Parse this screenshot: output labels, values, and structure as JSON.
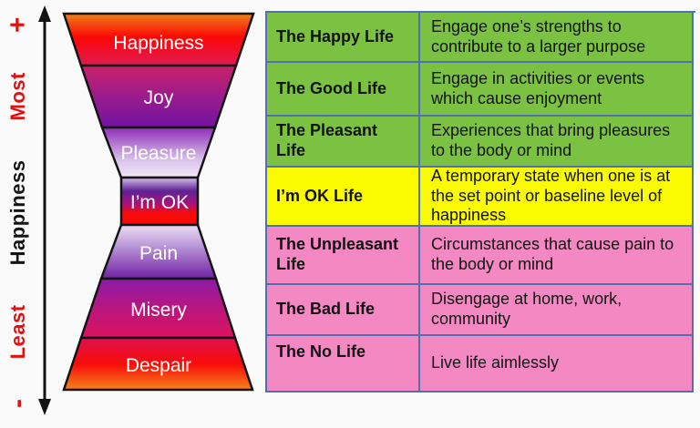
{
  "axis": {
    "plus": "+",
    "most": "Most",
    "happiness": "Happiness",
    "least": "Least",
    "minus": "-"
  },
  "funnel": {
    "segments": [
      {
        "label": "Happiness",
        "colors": [
          "#F08119",
          "#FB0806",
          "#DF1A54"
        ]
      },
      {
        "label": "Joy",
        "colors": [
          "#CC2168",
          "#9A1C8C",
          "#7113A3"
        ]
      },
      {
        "label": "Pleasure",
        "colors": [
          "#8F2FB8",
          "#D9C2EC",
          "#F2EAF8"
        ]
      },
      {
        "label": "I’m OK",
        "colors": [
          "#D5C0EA",
          "#5E2395",
          "#A8127E",
          "#F70A0A"
        ]
      },
      {
        "label": "Pain",
        "colors": [
          "#EBDFF5",
          "#B38BD4",
          "#7021A1"
        ]
      },
      {
        "label": "Misery",
        "colors": [
          "#8A1BA8",
          "#B9167F",
          "#DC125F"
        ]
      },
      {
        "label": "Despair",
        "colors": [
          "#DE1150",
          "#F90B08",
          "#F3821B"
        ]
      }
    ]
  },
  "table": {
    "rows": [
      {
        "label": "The Happy Life",
        "description": "Engage one’s strengths to contribute to a larger purpose",
        "tone": "green"
      },
      {
        "label": "The Good Life",
        "description": "Engage in activities or events which cause enjoyment",
        "tone": "green"
      },
      {
        "label": "The Pleasant Life",
        "description": "Experiences that bring pleasures to the body or mind",
        "tone": "green"
      },
      {
        "label": "I’m OK Life",
        "description": "A temporary state when one is at the set point or baseline level of happiness",
        "tone": "yellow"
      },
      {
        "label": "The Unpleasant Life",
        "description": "Circumstances that cause pain to the body or mind",
        "tone": "pink"
      },
      {
        "label": "The Bad Life",
        "description": "Disengage at home, work, community",
        "tone": "pink"
      },
      {
        "label": "The No Life",
        "description": "Live life aimlessly",
        "tone": "pink"
      }
    ]
  },
  "colors": {
    "table_green": "#7CC242",
    "table_yellow": "#FBFB00",
    "table_pink": "#F388C3",
    "table_border": "#5070B2",
    "axis_red": "#E01111",
    "text": "#121212"
  }
}
